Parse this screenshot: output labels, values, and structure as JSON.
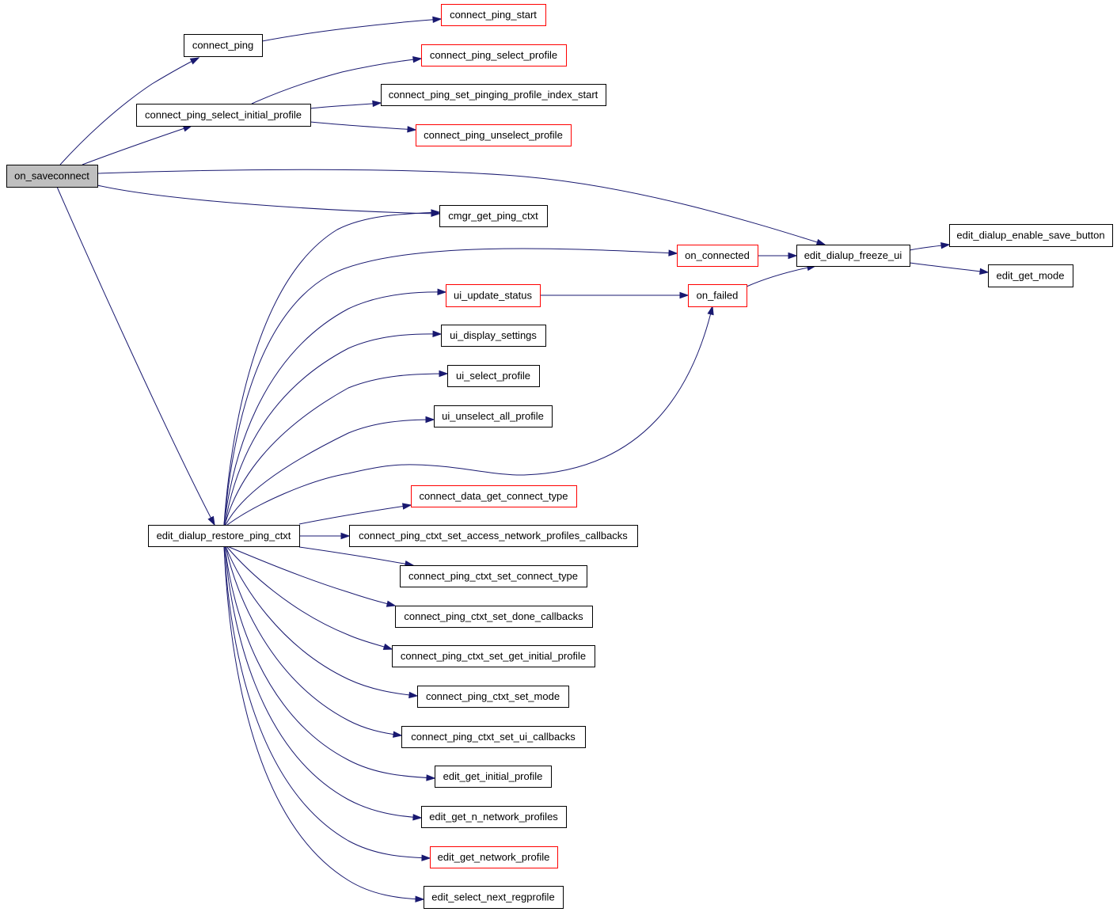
{
  "colors": {
    "edge": "#191970",
    "border_default": "#000000",
    "border_truncated": "#ff0000",
    "root_fill": "#bfbfbf",
    "node_fill": "#ffffff"
  },
  "nodes": [
    {
      "id": "on_saveconnect",
      "label": "on_saveconnect",
      "root": true,
      "truncated": false
    },
    {
      "id": "connect_ping",
      "label": "connect_ping",
      "truncated": false
    },
    {
      "id": "connect_ping_start",
      "label": "connect_ping_start",
      "truncated": true
    },
    {
      "id": "connect_ping_select_profile",
      "label": "connect_ping_select_profile",
      "truncated": true
    },
    {
      "id": "connect_ping_select_initial_profile",
      "label": "connect_ping_select_initial_profile",
      "truncated": false
    },
    {
      "id": "connect_ping_set_pinging_profile_index_start",
      "label": "connect_ping_set_pinging_profile_index_start",
      "truncated": false
    },
    {
      "id": "connect_ping_unselect_profile",
      "label": "connect_ping_unselect_profile",
      "truncated": true
    },
    {
      "id": "cmgr_get_ping_ctxt",
      "label": "cmgr_get_ping_ctxt",
      "truncated": false
    },
    {
      "id": "on_connected",
      "label": "on_connected",
      "truncated": true
    },
    {
      "id": "edit_dialup_freeze_ui",
      "label": "edit_dialup_freeze_ui",
      "truncated": false
    },
    {
      "id": "edit_dialup_enable_save_button",
      "label": "edit_dialup_enable_save_button",
      "truncated": false
    },
    {
      "id": "edit_get_mode",
      "label": "edit_get_mode",
      "truncated": false
    },
    {
      "id": "ui_update_status",
      "label": "ui_update_status",
      "truncated": true
    },
    {
      "id": "on_failed",
      "label": "on_failed",
      "truncated": true
    },
    {
      "id": "ui_display_settings",
      "label": "ui_display_settings",
      "truncated": false
    },
    {
      "id": "ui_select_profile",
      "label": "ui_select_profile",
      "truncated": false
    },
    {
      "id": "ui_unselect_all_profile",
      "label": "ui_unselect_all_profile",
      "truncated": false
    },
    {
      "id": "connect_data_get_connect_type",
      "label": "connect_data_get_connect_type",
      "truncated": true
    },
    {
      "id": "edit_dialup_restore_ping_ctxt",
      "label": "edit_dialup_restore_ping_ctxt",
      "truncated": false
    },
    {
      "id": "connect_ping_ctxt_set_access_network_profiles_callbacks",
      "label": "connect_ping_ctxt_set_access_network_profiles_callbacks",
      "truncated": false
    },
    {
      "id": "connect_ping_ctxt_set_connect_type",
      "label": "connect_ping_ctxt_set_connect_type",
      "truncated": false
    },
    {
      "id": "connect_ping_ctxt_set_done_callbacks",
      "label": "connect_ping_ctxt_set_done_callbacks",
      "truncated": false
    },
    {
      "id": "connect_ping_ctxt_set_get_initial_profile",
      "label": "connect_ping_ctxt_set_get_initial_profile",
      "truncated": false
    },
    {
      "id": "connect_ping_ctxt_set_mode",
      "label": "connect_ping_ctxt_set_mode",
      "truncated": false
    },
    {
      "id": "connect_ping_ctxt_set_ui_callbacks",
      "label": "connect_ping_ctxt_set_ui_callbacks",
      "truncated": false
    },
    {
      "id": "edit_get_initial_profile",
      "label": "edit_get_initial_profile",
      "truncated": false
    },
    {
      "id": "edit_get_n_network_profiles",
      "label": "edit_get_n_network_profiles",
      "truncated": false
    },
    {
      "id": "edit_get_network_profile",
      "label": "edit_get_network_profile",
      "truncated": true
    },
    {
      "id": "edit_select_next_regprofile",
      "label": "edit_select_next_regprofile",
      "truncated": false
    }
  ],
  "edges": [
    {
      "from": "on_saveconnect",
      "to": "connect_ping"
    },
    {
      "from": "on_saveconnect",
      "to": "connect_ping_select_initial_profile"
    },
    {
      "from": "on_saveconnect",
      "to": "edit_dialup_freeze_ui"
    },
    {
      "from": "on_saveconnect",
      "to": "cmgr_get_ping_ctxt"
    },
    {
      "from": "on_saveconnect",
      "to": "edit_dialup_restore_ping_ctxt"
    },
    {
      "from": "connect_ping",
      "to": "connect_ping_start"
    },
    {
      "from": "connect_ping_select_initial_profile",
      "to": "connect_ping_select_profile"
    },
    {
      "from": "connect_ping_select_initial_profile",
      "to": "connect_ping_set_pinging_profile_index_start"
    },
    {
      "from": "connect_ping_select_initial_profile",
      "to": "connect_ping_unselect_profile"
    },
    {
      "from": "on_connected",
      "to": "edit_dialup_freeze_ui"
    },
    {
      "from": "on_failed",
      "to": "edit_dialup_freeze_ui"
    },
    {
      "from": "ui_update_status",
      "to": "on_failed"
    },
    {
      "from": "edit_dialup_freeze_ui",
      "to": "edit_dialup_enable_save_button"
    },
    {
      "from": "edit_dialup_freeze_ui",
      "to": "edit_get_mode"
    },
    {
      "from": "edit_dialup_restore_ping_ctxt",
      "to": "cmgr_get_ping_ctxt"
    },
    {
      "from": "edit_dialup_restore_ping_ctxt",
      "to": "on_connected"
    },
    {
      "from": "edit_dialup_restore_ping_ctxt",
      "to": "ui_update_status"
    },
    {
      "from": "edit_dialup_restore_ping_ctxt",
      "to": "ui_display_settings"
    },
    {
      "from": "edit_dialup_restore_ping_ctxt",
      "to": "ui_select_profile"
    },
    {
      "from": "edit_dialup_restore_ping_ctxt",
      "to": "ui_unselect_all_profile"
    },
    {
      "from": "edit_dialup_restore_ping_ctxt",
      "to": "on_failed"
    },
    {
      "from": "edit_dialup_restore_ping_ctxt",
      "to": "connect_data_get_connect_type"
    },
    {
      "from": "edit_dialup_restore_ping_ctxt",
      "to": "connect_ping_ctxt_set_access_network_profiles_callbacks"
    },
    {
      "from": "edit_dialup_restore_ping_ctxt",
      "to": "connect_ping_ctxt_set_connect_type"
    },
    {
      "from": "edit_dialup_restore_ping_ctxt",
      "to": "connect_ping_ctxt_set_done_callbacks"
    },
    {
      "from": "edit_dialup_restore_ping_ctxt",
      "to": "connect_ping_ctxt_set_get_initial_profile"
    },
    {
      "from": "edit_dialup_restore_ping_ctxt",
      "to": "connect_ping_ctxt_set_mode"
    },
    {
      "from": "edit_dialup_restore_ping_ctxt",
      "to": "connect_ping_ctxt_set_ui_callbacks"
    },
    {
      "from": "edit_dialup_restore_ping_ctxt",
      "to": "edit_get_initial_profile"
    },
    {
      "from": "edit_dialup_restore_ping_ctxt",
      "to": "edit_get_n_network_profiles"
    },
    {
      "from": "edit_dialup_restore_ping_ctxt",
      "to": "edit_get_network_profile"
    },
    {
      "from": "edit_dialup_restore_ping_ctxt",
      "to": "edit_select_next_regprofile"
    }
  ]
}
